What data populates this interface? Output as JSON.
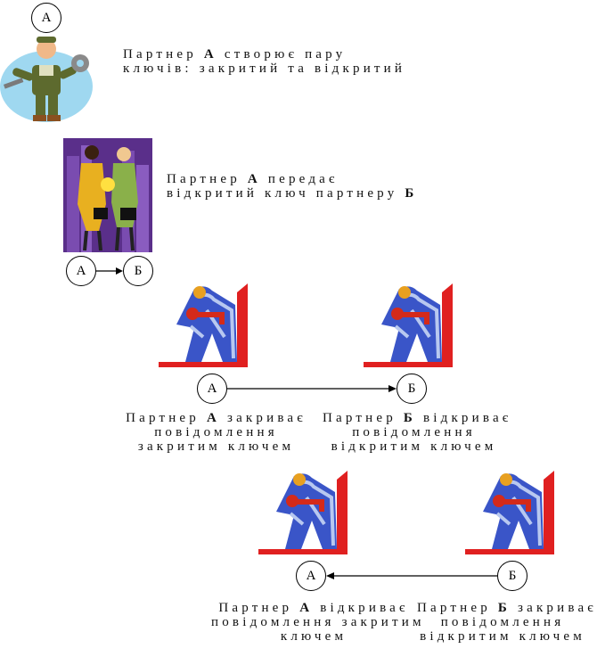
{
  "nodes": {
    "a": "А",
    "b": "Б"
  },
  "step1": {
    "line1_pre": "Партнер ",
    "line1_bold": "А",
    "line1_post": " створює пару",
    "line2": "ключів: закритий та відкритий"
  },
  "step2": {
    "line1_pre": "Партнер ",
    "line1_bold": "А",
    "line1_post": " передає",
    "line2_pre": "відкритий ключ партнеру ",
    "line2_bold": "Б"
  },
  "step3": {
    "left": {
      "line1_pre": "Партнер ",
      "line1_bold": "А",
      "line1_post": " закриває",
      "line2": "повідомлення",
      "line3": "закритим ключем"
    },
    "right": {
      "line1_pre": "Партнер ",
      "line1_bold": "Б",
      "line1_post": " відкриває",
      "line2": "повідомлення",
      "line3": "відкритим ключем"
    }
  },
  "step4": {
    "left": {
      "line1_pre": "Партнер ",
      "line1_bold": "А",
      "line1_post": " відкриває",
      "line2": "повідомлення закритим",
      "line3": "ключем"
    },
    "right": {
      "line1_pre": "Партнер ",
      "line1_bold": "Б",
      "line1_post": " закриває",
      "line2": "повідомлення",
      "line3": "відкритим ключем"
    }
  },
  "colors": {
    "wall_red": "#e02020",
    "figure_blue": "#3a55c8",
    "key_red": "#d42a1a",
    "mechanic_bg": "#9fd8f0",
    "city_purple": "#6a3c9c"
  }
}
